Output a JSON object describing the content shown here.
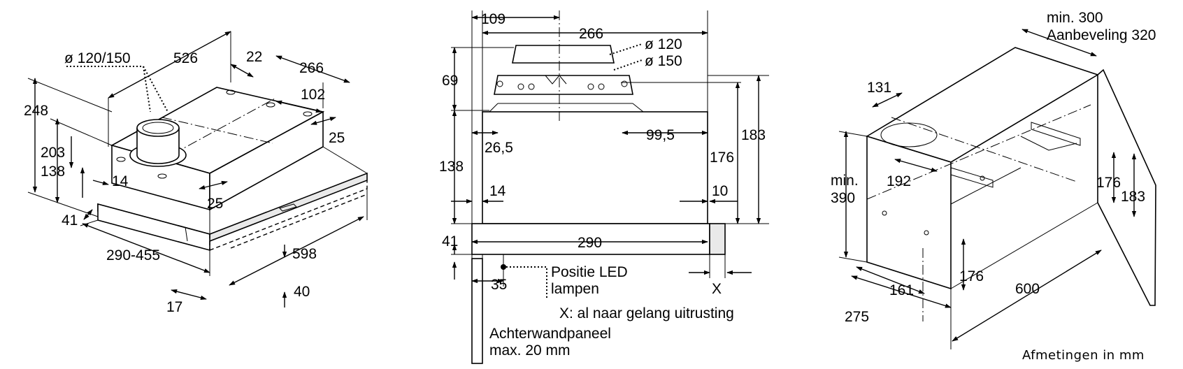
{
  "left_view": {
    "dims": {
      "d120_150": "ø 120/150",
      "w526": "526",
      "d22": "22",
      "d266": "266",
      "d102": "102",
      "d248": "248",
      "d203": "203",
      "d138": "138",
      "d14": "14",
      "d25a": "25",
      "d25b": "25",
      "d41": "41",
      "r290_455": "290-455",
      "w598": "598",
      "d40": "40",
      "d17": "17"
    }
  },
  "middle_view": {
    "dims": {
      "d109": "109",
      "d266": "266",
      "d120": "ø 120",
      "d150": "ø 150",
      "d69": "69",
      "d138": "138",
      "d26_5": "26,5",
      "d99_5": "99,5",
      "d176": "176",
      "d183": "183",
      "d14": "14",
      "d10": "10",
      "d41": "41",
      "d290": "290",
      "d35": "35"
    },
    "notes": {
      "led_line1": "Positie LED",
      "led_line2": "lampen",
      "x_mark": "X",
      "x_note": "X: al naar gelang uitrusting",
      "panel_line1": "Achterwandpaneel",
      "panel_line2": "max. 20 mm"
    }
  },
  "right_view": {
    "dims": {
      "min300": "min. 300",
      "aanbeveling": "Aanbeveling 320",
      "d131": "131",
      "d192": "192",
      "min_label": "min.",
      "d390": "390",
      "d176a": "176",
      "d183": "183",
      "d176b": "176",
      "d161": "161",
      "d275": "275",
      "d600": "600"
    }
  },
  "caption": "Afmetingen in mm"
}
